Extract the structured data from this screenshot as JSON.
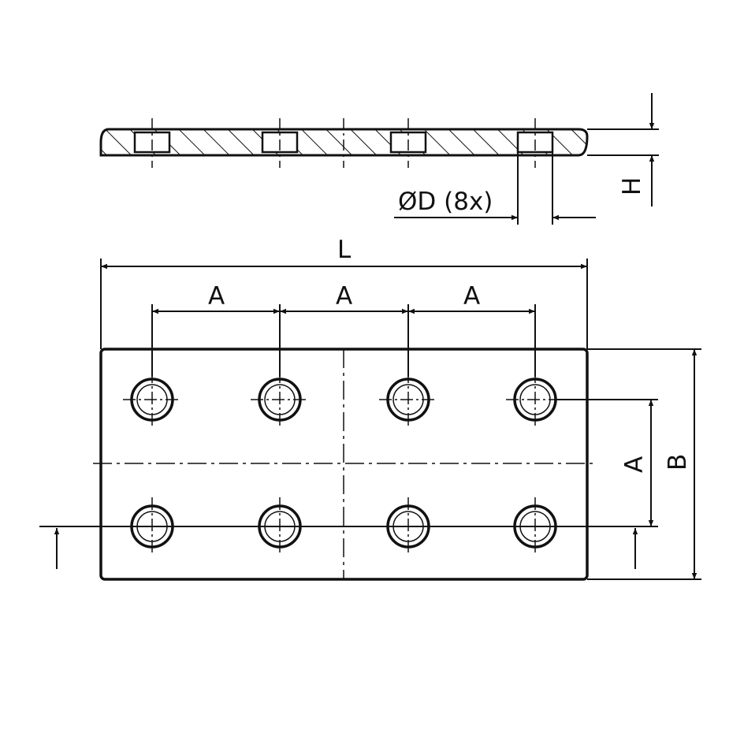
{
  "drawing": {
    "labels": {
      "length": "L",
      "pitch": "A",
      "width": "B",
      "height": "H",
      "hole_diameter": "ØD (8x)"
    },
    "hole_count": 8,
    "colors": {
      "line": "#111111",
      "background": "#ffffff"
    }
  }
}
